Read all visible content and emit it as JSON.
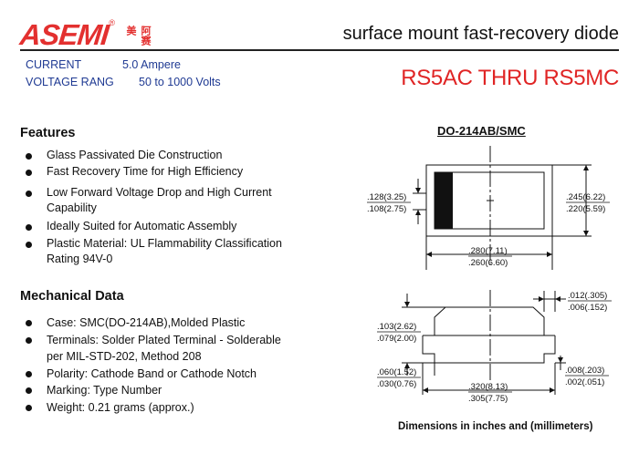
{
  "brand": {
    "name": "ASEMI",
    "reg": "®",
    "cn": "阿赛美"
  },
  "header": {
    "description": "surface mount fast-recovery diode"
  },
  "specs": {
    "current_label": "CURRENT",
    "current_value": "5.0  Ampere",
    "voltage_label": "VOLTAGE RANG",
    "voltage_value": "50  to 1000  Volts"
  },
  "part_number": "RS5AC THRU RS5MC",
  "features": {
    "title": "Features",
    "items": [
      "Glass Passivated Die Construction",
      "Fast Recovery Time for High Efficiency",
      "Low Forward Voltage Drop and High Current Capability",
      "Ideally Suited for Automatic Assembly",
      "Plastic Material: UL Flammability Classification Rating 94V-0"
    ]
  },
  "mechanical": {
    "title": "Mechanical Data",
    "items": [
      "Case: SMC(DO-214AB),Molded Plastic",
      "Terminals: Solder Plated Terminal - Solderable per MIL-STD-202, Method 208",
      "Polarity: Cathode Band or Cathode Notch",
      "Marking: Type Number",
      "Weight: 0.21 grams (approx.)"
    ]
  },
  "package": {
    "name": "DO-214AB/SMC",
    "top_view": {
      "h_max": ".128(3.25)",
      "h_min": ".108(2.75)",
      "w_max": ".245(6.22)",
      "w_min": ".220(5.59)",
      "len_max": ".280(7.11)",
      "len_min": ".260(6.60)"
    },
    "side_view": {
      "lead_max": ".012(.305)",
      "lead_min": ".006(.152)",
      "h_max": ".103(2.62)",
      "h_min": ".079(2.00)",
      "foot_max": ".060(1.52)",
      "foot_min": ".030(0.76)",
      "stand_max": ".008(.203)",
      "stand_min": ".002(.051)",
      "len_max": ".320(8.13)",
      "len_min": ".305(7.75)"
    },
    "note": "Dimensions in inches and (millimeters)"
  }
}
